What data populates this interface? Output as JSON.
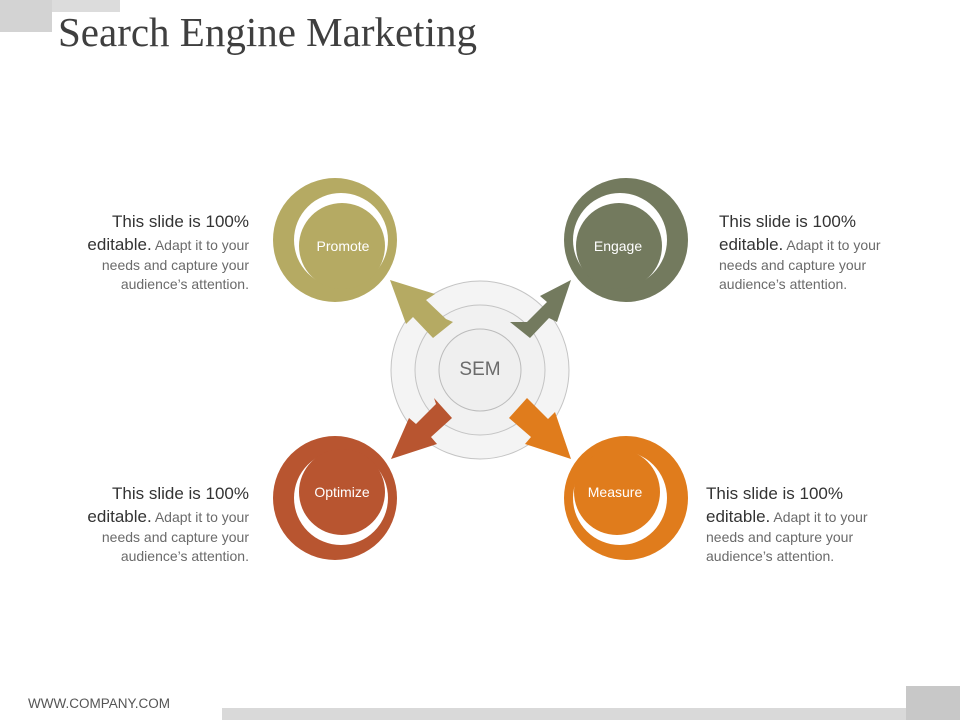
{
  "title": "Search Engine Marketing",
  "center": {
    "label": "SEM"
  },
  "nodes": [
    {
      "label": "Promote",
      "color": "#b5aa63"
    },
    {
      "label": "Engage",
      "color": "#737a5e"
    },
    {
      "label": "Optimize",
      "color": "#b85530"
    },
    {
      "label": "Measure",
      "color": "#e07c1c"
    }
  ],
  "descriptions": [
    {
      "lead": "This slide is 100% editable.",
      "rest": " Adapt it to your needs and capture your audience’s attention."
    },
    {
      "lead": "This slide is 100% editable.",
      "rest": " Adapt it to your needs and capture your audience’s attention."
    },
    {
      "lead": "This slide is 100% editable.",
      "rest": " Adapt it to your needs and capture your audience’s attention."
    },
    {
      "lead": "This slide is 100% editable.",
      "rest": " Adapt it to your needs and capture your audience’s attention."
    }
  ],
  "footer": {
    "text": "WWW.COMPANY.COM"
  }
}
